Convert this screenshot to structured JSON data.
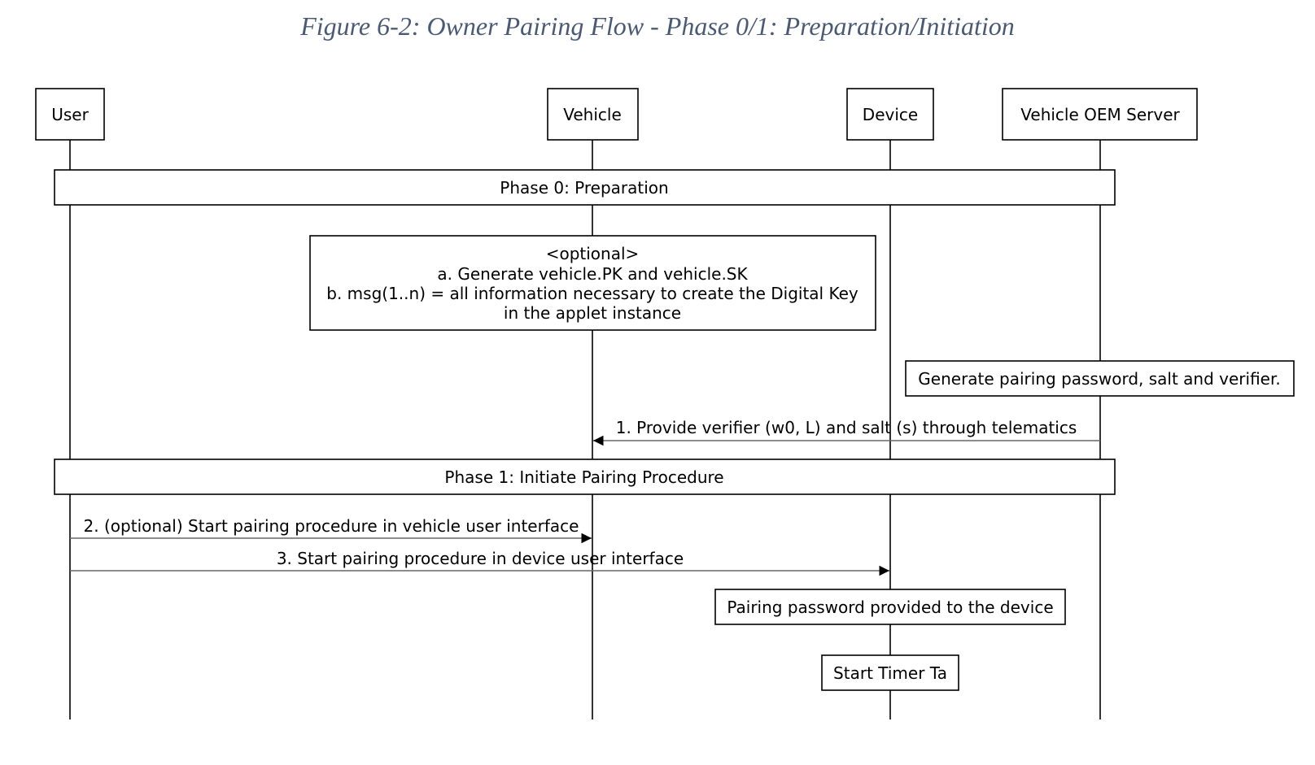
{
  "figure": {
    "title": "Figure 6-2: Owner Pairing Flow - Phase 0/1: Preparation/Initiation"
  },
  "participants": [
    {
      "id": "user",
      "label": "User"
    },
    {
      "id": "vehicle",
      "label": "Vehicle"
    },
    {
      "id": "device",
      "label": "Device"
    },
    {
      "id": "server",
      "label": "Vehicle OEM Server"
    }
  ],
  "phases": {
    "phase0": "Phase 0: Preparation",
    "phase1": "Phase 1: Initiate Pairing Procedure"
  },
  "notes": {
    "optional_lines": [
      "<optional>",
      "a. Generate vehicle.PK and vehicle.SK",
      "b. msg(1..n) = all information necessary to create the Digital Key",
      "in the applet instance"
    ],
    "generate_password": "Generate pairing password, salt and verifier.",
    "password_provided": "Pairing password provided to the device",
    "start_timer": "Start Timer Ta"
  },
  "messages": {
    "m1": "1. Provide verifier (w0, L) and salt (s) through telematics",
    "m2": "2. (optional) Start pairing procedure in vehicle user interface",
    "m3": "3. Start pairing procedure in device user interface"
  }
}
